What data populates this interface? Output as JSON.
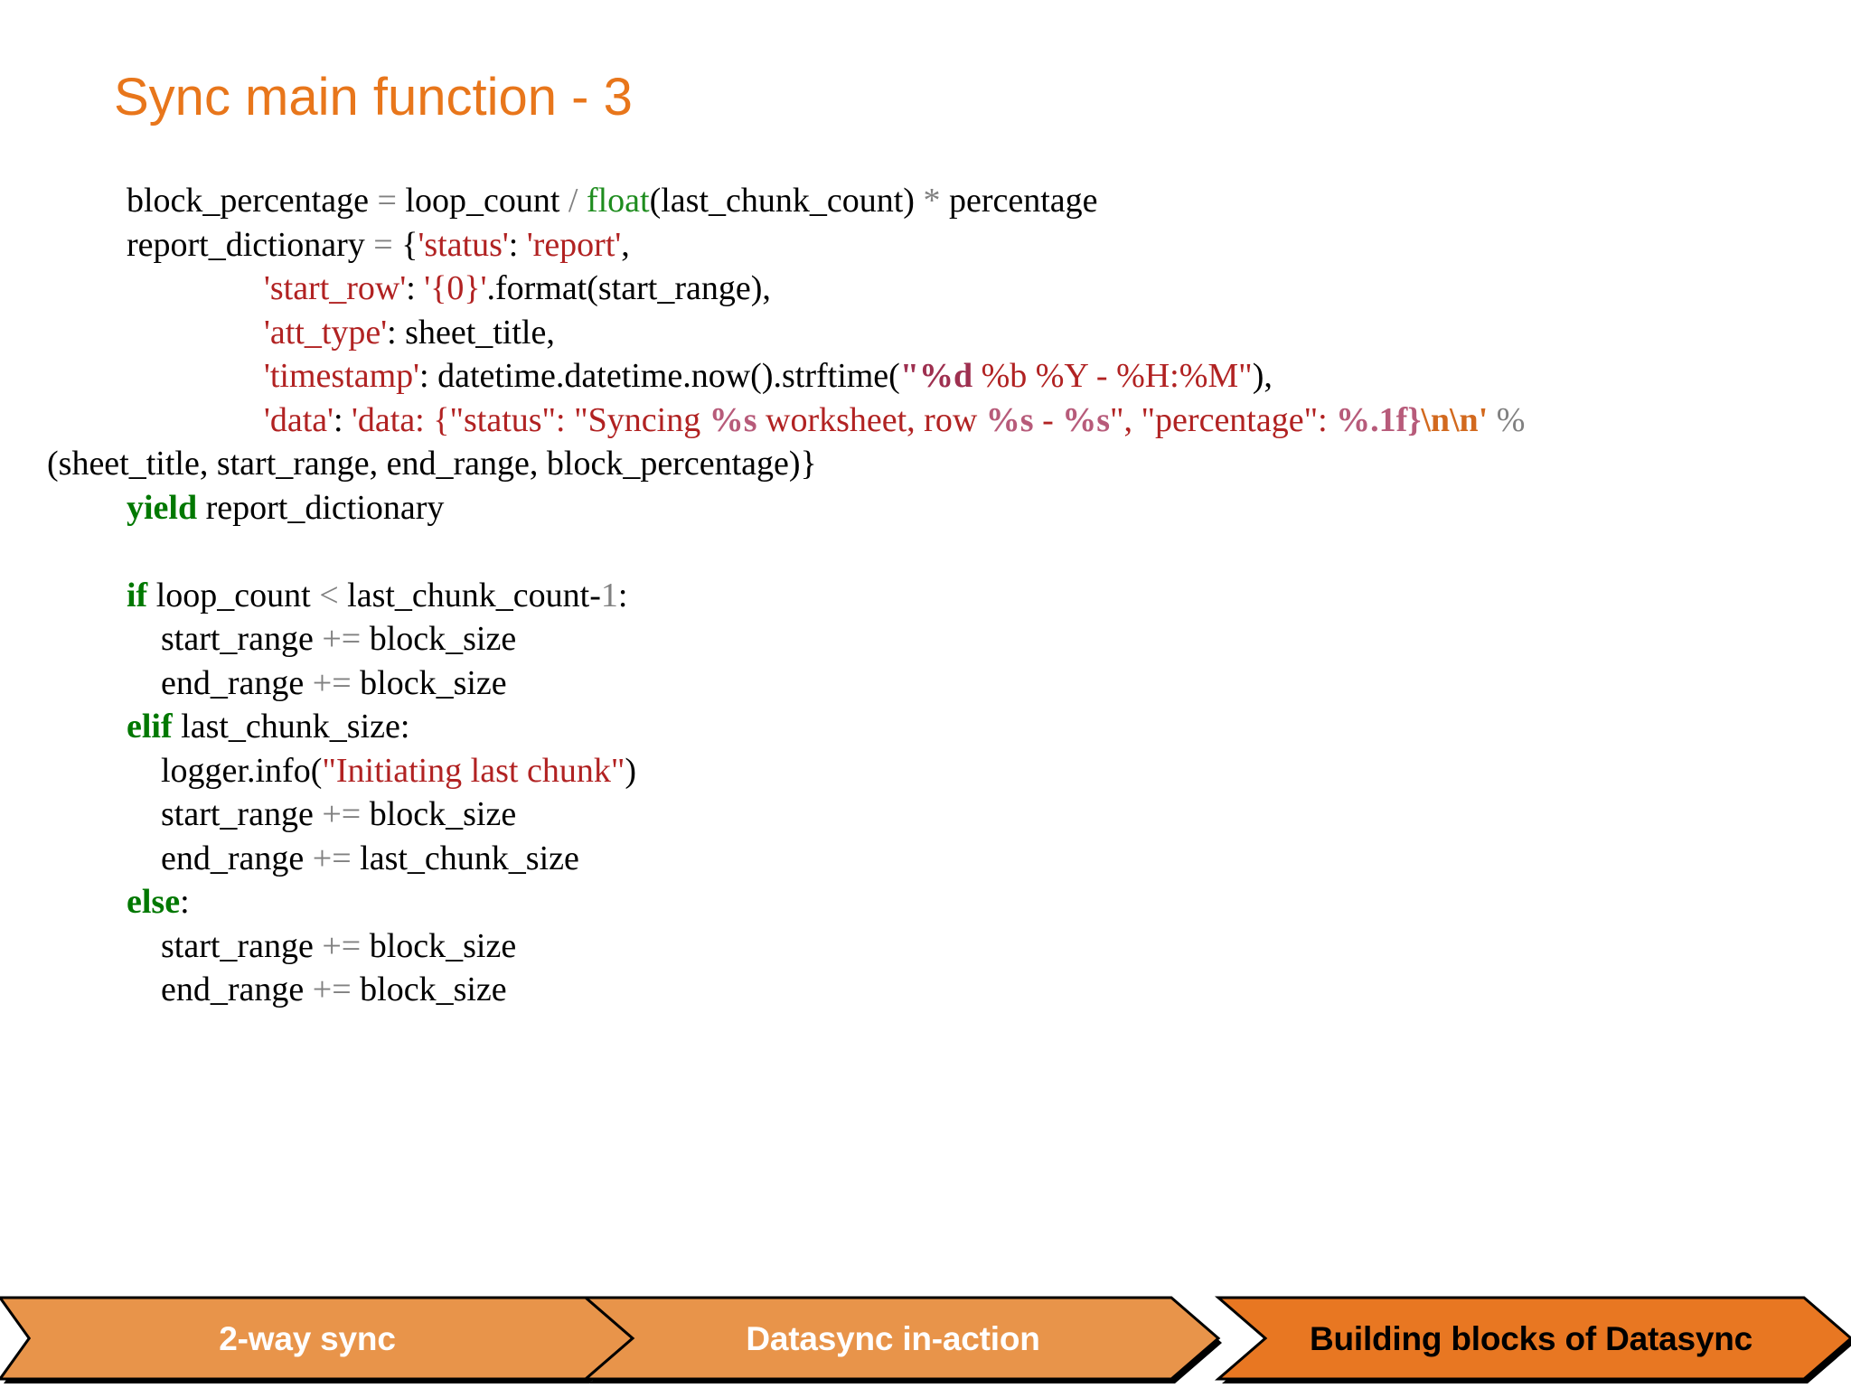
{
  "slide": {
    "title": "Sync main function - 3",
    "title_color": "#E8761B",
    "background": "#FFFFFF"
  },
  "code": {
    "language": "python",
    "font": "serif",
    "colors": {
      "keyword": "#007800",
      "builtin": "#1E8C1E",
      "string": "#B12222",
      "operator": "#808080",
      "number": "#808080",
      "format_bold_dark": "#9E3050",
      "format_bold_pink": "#B75B7A",
      "escape": "#D2691E",
      "plain": "#000000"
    },
    "lines": [
      {
        "id": "line-block-percentage",
        "indent": "indented",
        "tokens": [
          {
            "t": "block_percentage ",
            "c": "plain"
          },
          {
            "t": "= ",
            "c": "operator"
          },
          {
            "t": "loop_count ",
            "c": "plain"
          },
          {
            "t": "/ ",
            "c": "operator"
          },
          {
            "t": "float",
            "c": "builtin"
          },
          {
            "t": "(last_chunk_count) ",
            "c": "plain"
          },
          {
            "t": "* ",
            "c": "operator"
          },
          {
            "t": "percentage",
            "c": "plain"
          }
        ]
      },
      {
        "id": "line-report-dictionary",
        "indent": "indented",
        "tokens": [
          {
            "t": "report_dictionary ",
            "c": "plain"
          },
          {
            "t": "= ",
            "c": "operator"
          },
          {
            "t": "{",
            "c": "plain"
          },
          {
            "t": "'status'",
            "c": "string"
          },
          {
            "t": ": ",
            "c": "plain"
          },
          {
            "t": "'report'",
            "c": "string"
          },
          {
            "t": ",",
            "c": "plain"
          }
        ]
      },
      {
        "id": "line-start-row",
        "indent": "indented",
        "tokens": [
          {
            "t": "                ",
            "c": "plain"
          },
          {
            "t": "'start_row'",
            "c": "string"
          },
          {
            "t": ": ",
            "c": "plain"
          },
          {
            "t": "'{0}'",
            "c": "string"
          },
          {
            "t": ".format(start_range),",
            "c": "plain"
          }
        ]
      },
      {
        "id": "line-att-type",
        "indent": "indented",
        "tokens": [
          {
            "t": "                ",
            "c": "plain"
          },
          {
            "t": "'att_type'",
            "c": "string"
          },
          {
            "t": ": sheet_title,",
            "c": "plain"
          }
        ]
      },
      {
        "id": "line-timestamp",
        "indent": "indented",
        "tokens": [
          {
            "t": "                ",
            "c": "plain"
          },
          {
            "t": "'timestamp'",
            "c": "string"
          },
          {
            "t": ": datetime.datetime.now().strftime(",
            "c": "plain"
          },
          {
            "t": "\"%d",
            "c": "format_bold_dark"
          },
          {
            "t": " %b %Y - %H:%M\"",
            "c": "string"
          },
          {
            "t": "),",
            "c": "plain"
          }
        ]
      },
      {
        "id": "line-data",
        "indent": "indented",
        "tokens": [
          {
            "t": "                ",
            "c": "plain"
          },
          {
            "t": "'data'",
            "c": "string"
          },
          {
            "t": ": ",
            "c": "plain"
          },
          {
            "t": "'data: {\"status\": \"Syncing ",
            "c": "string"
          },
          {
            "t": "%s",
            "c": "format_bold_pink"
          },
          {
            "t": " worksheet, row ",
            "c": "string"
          },
          {
            "t": "%s",
            "c": "format_bold_pink"
          },
          {
            "t": " - ",
            "c": "string"
          },
          {
            "t": "%s",
            "c": "format_bold_pink"
          },
          {
            "t": "\", \"percentage\": ",
            "c": "string"
          },
          {
            "t": "%.1f}",
            "c": "format_bold_pink"
          },
          {
            "t": "\\n\\n'",
            "c": "escape"
          },
          {
            "t": " %",
            "c": "operator"
          }
        ]
      },
      {
        "id": "line-tuple-args",
        "indent": "flush",
        "tokens": [
          {
            "t": "(sheet_title, start_range, end_range, block_percentage)}",
            "c": "plain"
          }
        ]
      },
      {
        "id": "line-yield",
        "indent": "indented",
        "tokens": [
          {
            "t": "yield",
            "c": "keyword"
          },
          {
            "t": " report_dictionary",
            "c": "plain"
          }
        ]
      },
      {
        "id": "line-blank-1",
        "indent": "indented",
        "blank": true,
        "tokens": []
      },
      {
        "id": "line-if",
        "indent": "indented",
        "tokens": [
          {
            "t": "if",
            "c": "keyword"
          },
          {
            "t": " loop_count ",
            "c": "plain"
          },
          {
            "t": "< ",
            "c": "operator"
          },
          {
            "t": "last_chunk_count-",
            "c": "plain"
          },
          {
            "t": "1",
            "c": "number"
          },
          {
            "t": ":",
            "c": "plain"
          }
        ]
      },
      {
        "id": "line-if-start-range",
        "indent": "indented",
        "tokens": [
          {
            "t": "    start_range ",
            "c": "plain"
          },
          {
            "t": "+= ",
            "c": "operator"
          },
          {
            "t": "block_size",
            "c": "plain"
          }
        ]
      },
      {
        "id": "line-if-end-range",
        "indent": "indented",
        "tokens": [
          {
            "t": "    end_range ",
            "c": "plain"
          },
          {
            "t": "+= ",
            "c": "operator"
          },
          {
            "t": "block_size",
            "c": "plain"
          }
        ]
      },
      {
        "id": "line-elif",
        "indent": "indented",
        "tokens": [
          {
            "t": "elif",
            "c": "keyword"
          },
          {
            "t": " last_chunk_size:",
            "c": "plain"
          }
        ]
      },
      {
        "id": "line-logger-info",
        "indent": "indented",
        "tokens": [
          {
            "t": "    logger.info(",
            "c": "plain"
          },
          {
            "t": "\"Initiating last chunk\"",
            "c": "string"
          },
          {
            "t": ")",
            "c": "plain"
          }
        ]
      },
      {
        "id": "line-elif-start-range",
        "indent": "indented",
        "tokens": [
          {
            "t": "    start_range ",
            "c": "plain"
          },
          {
            "t": "+= ",
            "c": "operator"
          },
          {
            "t": "block_size",
            "c": "plain"
          }
        ]
      },
      {
        "id": "line-elif-end-range",
        "indent": "indented",
        "tokens": [
          {
            "t": "    end_range ",
            "c": "plain"
          },
          {
            "t": "+= ",
            "c": "operator"
          },
          {
            "t": "last_chunk_size",
            "c": "plain"
          }
        ]
      },
      {
        "id": "line-else",
        "indent": "indented",
        "tokens": [
          {
            "t": "else",
            "c": "keyword"
          },
          {
            "t": ":",
            "c": "plain"
          }
        ]
      },
      {
        "id": "line-else-start-range",
        "indent": "indented",
        "tokens": [
          {
            "t": "    start_range ",
            "c": "plain"
          },
          {
            "t": "+= ",
            "c": "operator"
          },
          {
            "t": "block_size",
            "c": "plain"
          }
        ]
      },
      {
        "id": "line-else-end-range",
        "indent": "indented",
        "tokens": [
          {
            "t": "    end_range ",
            "c": "plain"
          },
          {
            "t": "+= ",
            "c": "operator"
          },
          {
            "t": "block_size",
            "c": "plain"
          }
        ]
      }
    ]
  },
  "footer_nav": {
    "steps": [
      {
        "id": "step-2-way-sync",
        "label": "2-way sync",
        "fill": "#E8944A",
        "text_color": "#FFFFFF",
        "active": false
      },
      {
        "id": "step-datasync-in-action",
        "label": "Datasync in-action",
        "fill": "#E8944A",
        "text_color": "#FFFFFF",
        "active": false
      },
      {
        "id": "step-building-blocks-of-datasync",
        "label": "Building blocks of Datasync",
        "fill": "#E87722",
        "text_color": "#000000",
        "active": true
      }
    ],
    "outline_color": "#000000"
  }
}
